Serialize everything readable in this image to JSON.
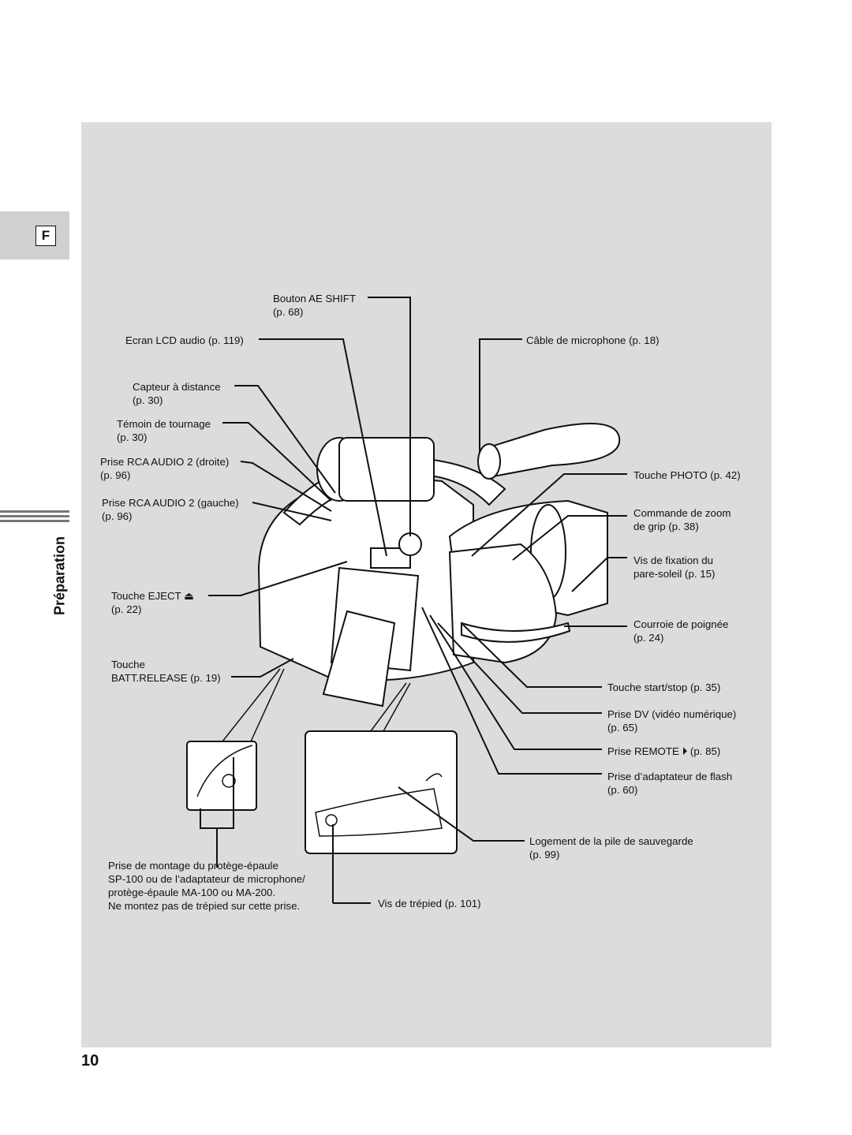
{
  "section_tab": "F",
  "section_title": "Préparation",
  "page_number": "10",
  "callouts": {
    "ae_shift": [
      "Bouton AE SHIFT",
      "(p. 68)"
    ],
    "lcd_audio": [
      "Ecran LCD audio (p. 119)"
    ],
    "capteur": [
      "Capteur à distance",
      "(p. 30)"
    ],
    "temoin": [
      "Témoin de tournage",
      "(p. 30)"
    ],
    "rca_droite": [
      "Prise RCA AUDIO 2 (droite)",
      "(p. 96)"
    ],
    "rca_gauche": [
      "Prise RCA AUDIO 2 (gauche)",
      "(p. 96)"
    ],
    "eject": [
      "Touche EJECT ⏏",
      "(p. 22)"
    ],
    "batt_release": [
      "Touche",
      "BATT.RELEASE (p. 19)"
    ],
    "mic_cable": [
      "Câble de microphone (p. 18)"
    ],
    "photo": [
      "Touche PHOTO (p. 42)"
    ],
    "zoom": [
      "Commande de zoom",
      "de grip (p. 38)"
    ],
    "pare_soleil": [
      "Vis de fixation du",
      "pare-soleil (p. 15)"
    ],
    "courroie": [
      "Courroie de poignée",
      "(p. 24)"
    ],
    "start_stop": [
      "Touche start/stop (p. 35)"
    ],
    "dv": [
      "Prise DV (vidéo numérique)",
      "(p. 65)"
    ],
    "remote": [
      "Prise REMOTE ⏵ (p. 85)"
    ],
    "flash": [
      "Prise d’adaptateur de flash",
      "(p. 60)"
    ],
    "pile": [
      "Logement de la pile de sauvegarde",
      "(p. 99)"
    ],
    "shoulder": [
      "Prise de montage du protège-épaule",
      "SP-100 ou de l’adaptateur de microphone/",
      "protège-épaule MA-100 ou MA-200.",
      "Ne montez pas de trépied sur cette prise."
    ],
    "trepied": [
      "Vis de trépied (p. 101)"
    ]
  }
}
